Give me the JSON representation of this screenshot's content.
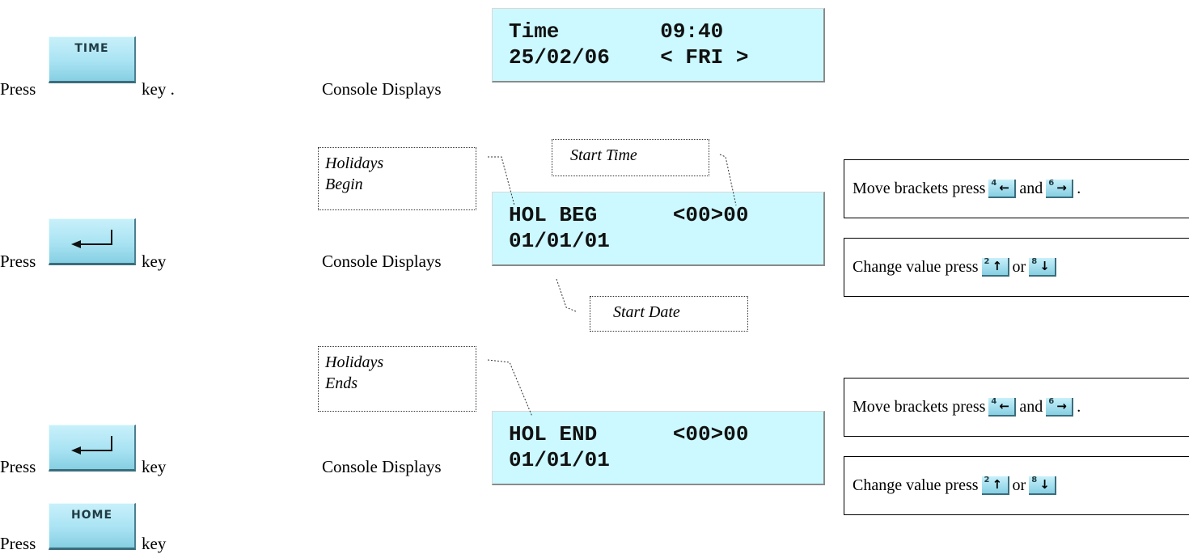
{
  "steps": [
    {
      "press": "Press",
      "key_label": "TIME",
      "suffix": "key .",
      "console": "Console Displays"
    },
    {
      "press": "Press",
      "key_label": "",
      "suffix": "key",
      "console": "Console Displays"
    },
    {
      "press": "Press",
      "key_label": "",
      "suffix": "key",
      "console": "Console Displays"
    },
    {
      "press": "Press",
      "key_label": "HOME",
      "suffix": "key"
    }
  ],
  "displays": [
    {
      "line1": "Time        09:40",
      "line2": "25/02/06    < FRI >"
    },
    {
      "line1": "HOL BEG      <00>00",
      "line2": "01/01/01"
    },
    {
      "line1": "HOL END      <00>00",
      "line2": "01/01/01"
    }
  ],
  "annotations": {
    "holidays_begin": [
      "Holidays",
      "Begin"
    ],
    "start_time": "Start Time",
    "start_date": "Start Date",
    "holidays_ends": [
      "Holidays",
      "Ends"
    ]
  },
  "instructions": {
    "move": {
      "prefix": "Move brackets press",
      "mid": "and",
      "suffix": "."
    },
    "change": {
      "prefix": "Change value press",
      "mid": "or",
      "suffix": ""
    }
  },
  "keycaps": {
    "left": {
      "num": "4",
      "arrow": "←"
    },
    "right": {
      "num": "6",
      "arrow": "→"
    },
    "up": {
      "num": "2",
      "arrow": "↑"
    },
    "down": {
      "num": "8",
      "arrow": "↓"
    }
  },
  "colors": {
    "lcd": "#ccf9ff",
    "key": "#a9e3f3"
  }
}
